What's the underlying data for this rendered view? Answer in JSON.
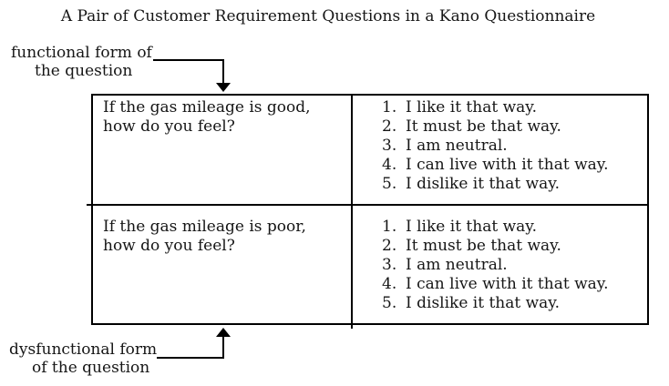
{
  "title": "A Pair of Customer Requirement Questions in a Kano Questionnaire",
  "labels": {
    "functional": {
      "line1": "functional form of",
      "line2": "the question"
    },
    "dysfunctional": {
      "line1": "dysfunctional form",
      "line2": "of the question"
    }
  },
  "table": {
    "rows": [
      {
        "question_line1": "If the gas mileage is good,",
        "question_line2": "how do you feel?",
        "options": [
          {
            "num": "1.",
            "text": "I like it that way."
          },
          {
            "num": "2.",
            "text": "It must be that way."
          },
          {
            "num": "3.",
            "text": "I am neutral."
          },
          {
            "num": "4.",
            "text": "I can live with it that way."
          },
          {
            "num": "5.",
            "text": "I dislike it that way."
          }
        ]
      },
      {
        "question_line1": "If the gas mileage is poor,",
        "question_line2": "how do you feel?",
        "options": [
          {
            "num": "1.",
            "text": "I like it that way."
          },
          {
            "num": "2.",
            "text": "It must be that way."
          },
          {
            "num": "3.",
            "text": "I am neutral."
          },
          {
            "num": "4.",
            "text": "I can live with it that way."
          },
          {
            "num": "5.",
            "text": "I dislike it that way."
          }
        ]
      }
    ]
  },
  "colors": {
    "ink": "#161616",
    "border": "#000000",
    "background": "#ffffff"
  }
}
